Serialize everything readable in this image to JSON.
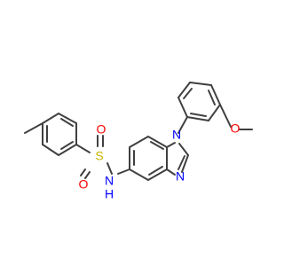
{
  "molecule": {
    "atoms": {
      "sulfur": "S",
      "sulfonyl_oxygen_top": "O",
      "sulfonyl_oxygen_bottom": "O",
      "amide_nitrogen": "N",
      "amide_hydrogen": "H",
      "imidazole_n1": "N",
      "imidazole_n3": "N",
      "methoxy_oxygen": "O"
    },
    "colors": {
      "bond": "#404040",
      "sulfur": "#c8b400",
      "oxygen": "#ff0000",
      "nitrogen": "#0000ff"
    }
  }
}
